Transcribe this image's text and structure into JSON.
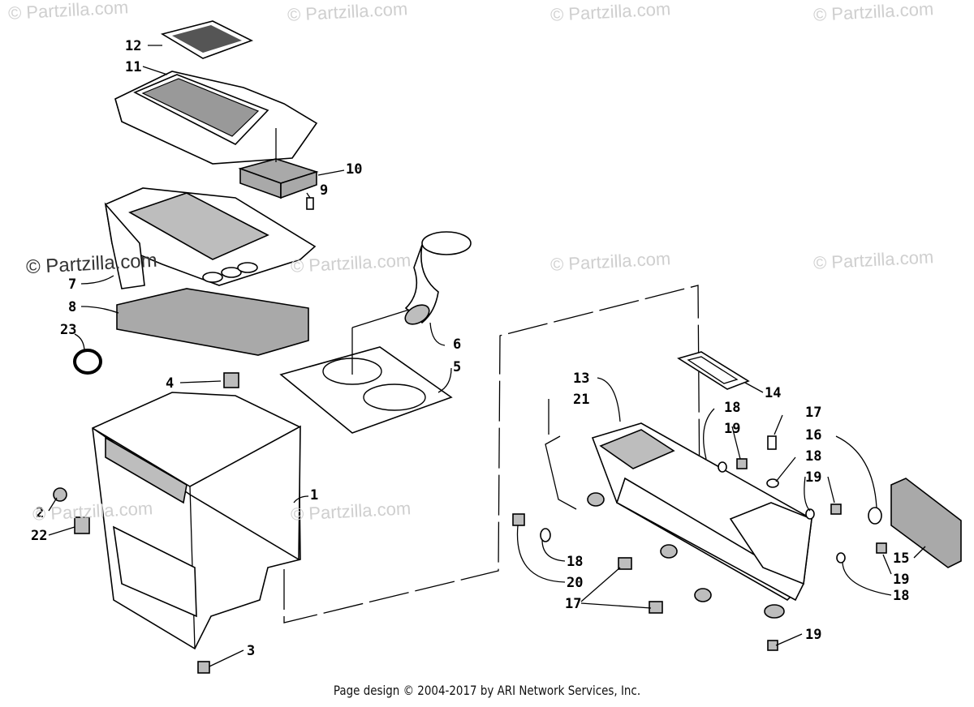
{
  "watermarks": [
    "© Partzilla.com",
    "© Partzilla.com",
    "© Partzilla.com",
    "© Partzilla.com",
    "© Partzilla.com",
    "© Partzilla.com",
    "© Partzilla.com",
    "© Partzilla.com",
    "© Partzilla.com",
    "© Partzilla.com"
  ],
  "callouts": {
    "c1": "1",
    "c2": "2",
    "c3": "3",
    "c4": "4",
    "c5": "5",
    "c6": "6",
    "c7": "7",
    "c8": "8",
    "c9": "9",
    "c10": "10",
    "c11": "11",
    "c12": "12",
    "c13": "13",
    "c14": "14",
    "c15": "15",
    "c16": "16",
    "c17a": "17",
    "c17b": "17",
    "c18a": "18",
    "c18b": "18",
    "c18c": "18",
    "c18d": "18",
    "c19a": "19",
    "c19b": "19",
    "c19c": "19",
    "c19d": "19",
    "c20": "20",
    "c21": "21",
    "c22": "22",
    "c23": "23"
  },
  "footer": "Page design © 2004-2017 by ARI Network Services, Inc."
}
